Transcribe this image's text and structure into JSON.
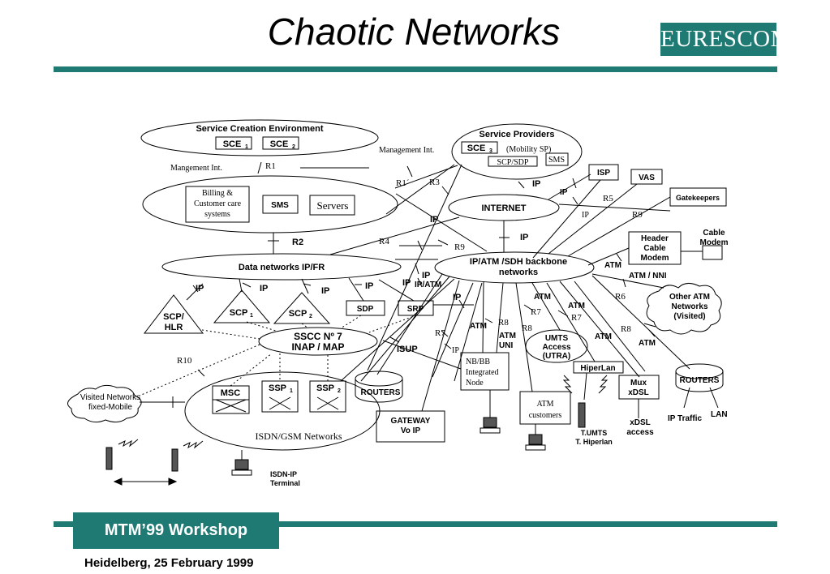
{
  "title": "Chaotic Networks",
  "logo": "EURESCOM",
  "footer": {
    "workshop": "MTM’99 Workshop",
    "date": "Heidelberg, 25 February 1999"
  },
  "colors": {
    "accent": "#1f7a74"
  },
  "diagram": {
    "service_creation": {
      "title": "Service Creation Environment",
      "sce1": "SCE",
      "sce1_sub": "1",
      "sce2": "SCE",
      "sce2_sub": "2"
    },
    "service_providers": {
      "title": "Service Providers",
      "sce3": "SCE",
      "sce3_sub": "3",
      "mobility": "(Mobility SP)",
      "scp_sdp": "SCP/SDP",
      "sms": "SMS"
    },
    "billing": {
      "label": "Billing & Customer care systems",
      "line1": "Billing &",
      "line2": "Customer care",
      "line3": "systems",
      "sms": "SMS",
      "servers": "Servers"
    },
    "data_networks": "Data networks IP/FR",
    "internet": "INTERNET",
    "backbone": {
      "line1": "IP/ATM /SDH backbone",
      "line2": "networks"
    },
    "isp": "ISP",
    "vas": "VAS",
    "gatekeepers": "Gatekeepers",
    "header_cable": {
      "line1": "Header",
      "line2": "Cable",
      "line3": "Modem"
    },
    "cable_modem": {
      "line1": "Cable",
      "line2": "Modem"
    },
    "other_atm": {
      "line1": "Other ATM",
      "line2": "Networks",
      "line3": "(Visited)"
    },
    "scp_hlr": {
      "line1": "SCP/",
      "line2": "HLR"
    },
    "scp1": {
      "label": "SCP",
      "sub": "1"
    },
    "scp2": {
      "label": "SCP",
      "sub": "2"
    },
    "sdp": "SDP",
    "srp": "SRP",
    "sscc": {
      "line1": "SSCC Nº 7",
      "line2": "INAP / MAP"
    },
    "isdn": {
      "msc": "MSC",
      "ssp1": "SSP",
      "ssp1_sub": "1",
      "ssp2": "SSP",
      "ssp2_sub": "2",
      "routers": "ROUTERS",
      "label": "ISDN/GSM Networks"
    },
    "visited": {
      "line1": "Visited Networks",
      "line2": "fixed-Mobile"
    },
    "gateway": {
      "line1": "GATEWAY",
      "line2": "Vo IP"
    },
    "nbbb": {
      "line1": "NB/BB",
      "line2": "Integrated",
      "line3": "Node"
    },
    "atm_customers": {
      "line1": "ATM",
      "line2": "customers"
    },
    "umts": {
      "line1": "UMTS",
      "line2": "Access",
      "line3": "(UTRA)"
    },
    "hiperlan": "HiperLan",
    "tumts": {
      "line1": "T.UMTS",
      "line2": "T. Hiperlan"
    },
    "mux": {
      "line1": "Mux",
      "line2": "xDSL"
    },
    "xdsl_access": {
      "line1": "xDSL",
      "line2": "access"
    },
    "routers_right": "ROUTERS",
    "ip_traffic": "IP Traffic",
    "lan": "LAN",
    "isdn_ip": {
      "line1": "ISDN-IP",
      "line2": "Terminal"
    },
    "labels": {
      "management_int": "Management Int.",
      "mangement_int": "Mangement Int.",
      "r1": "R1",
      "r1p": "R1´",
      "r3": "R3",
      "r2": "R2",
      "r4": "R4",
      "r5": "R5",
      "r6": "R6",
      "r7": "R7",
      "r8": "R8",
      "r9": "R9",
      "r10": "R10",
      "ip": "IP",
      "atm": "ATM",
      "ip_atm": "IP/ATM",
      "atm_nni": "ATM / NNI",
      "atm_uni": "ATM\nUNI",
      "atm_uni_1": "ATM",
      "atm_uni_2": "UNI",
      "isup": "ISUP"
    }
  }
}
